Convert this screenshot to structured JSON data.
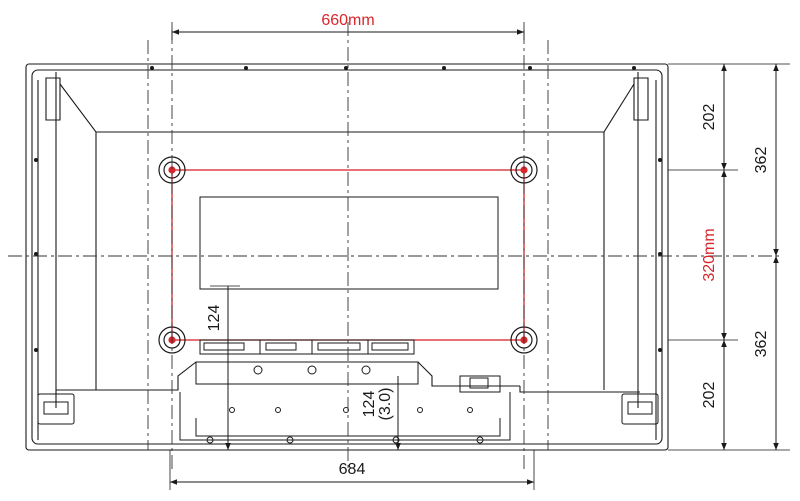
{
  "dimensions": {
    "vesa_horizontal": "660mm",
    "vesa_vertical": "320mm",
    "bottom_width": "684",
    "right_upper": "202",
    "right_upper_total": "362",
    "right_lower": "202",
    "right_lower_total": "362",
    "left_offset": "124",
    "center_offset": "124",
    "center_offset_sub": "(3.0)"
  },
  "colors": {
    "outline": "#1a1a1a",
    "vesa": "#d9262b",
    "centerline": "#333333"
  }
}
